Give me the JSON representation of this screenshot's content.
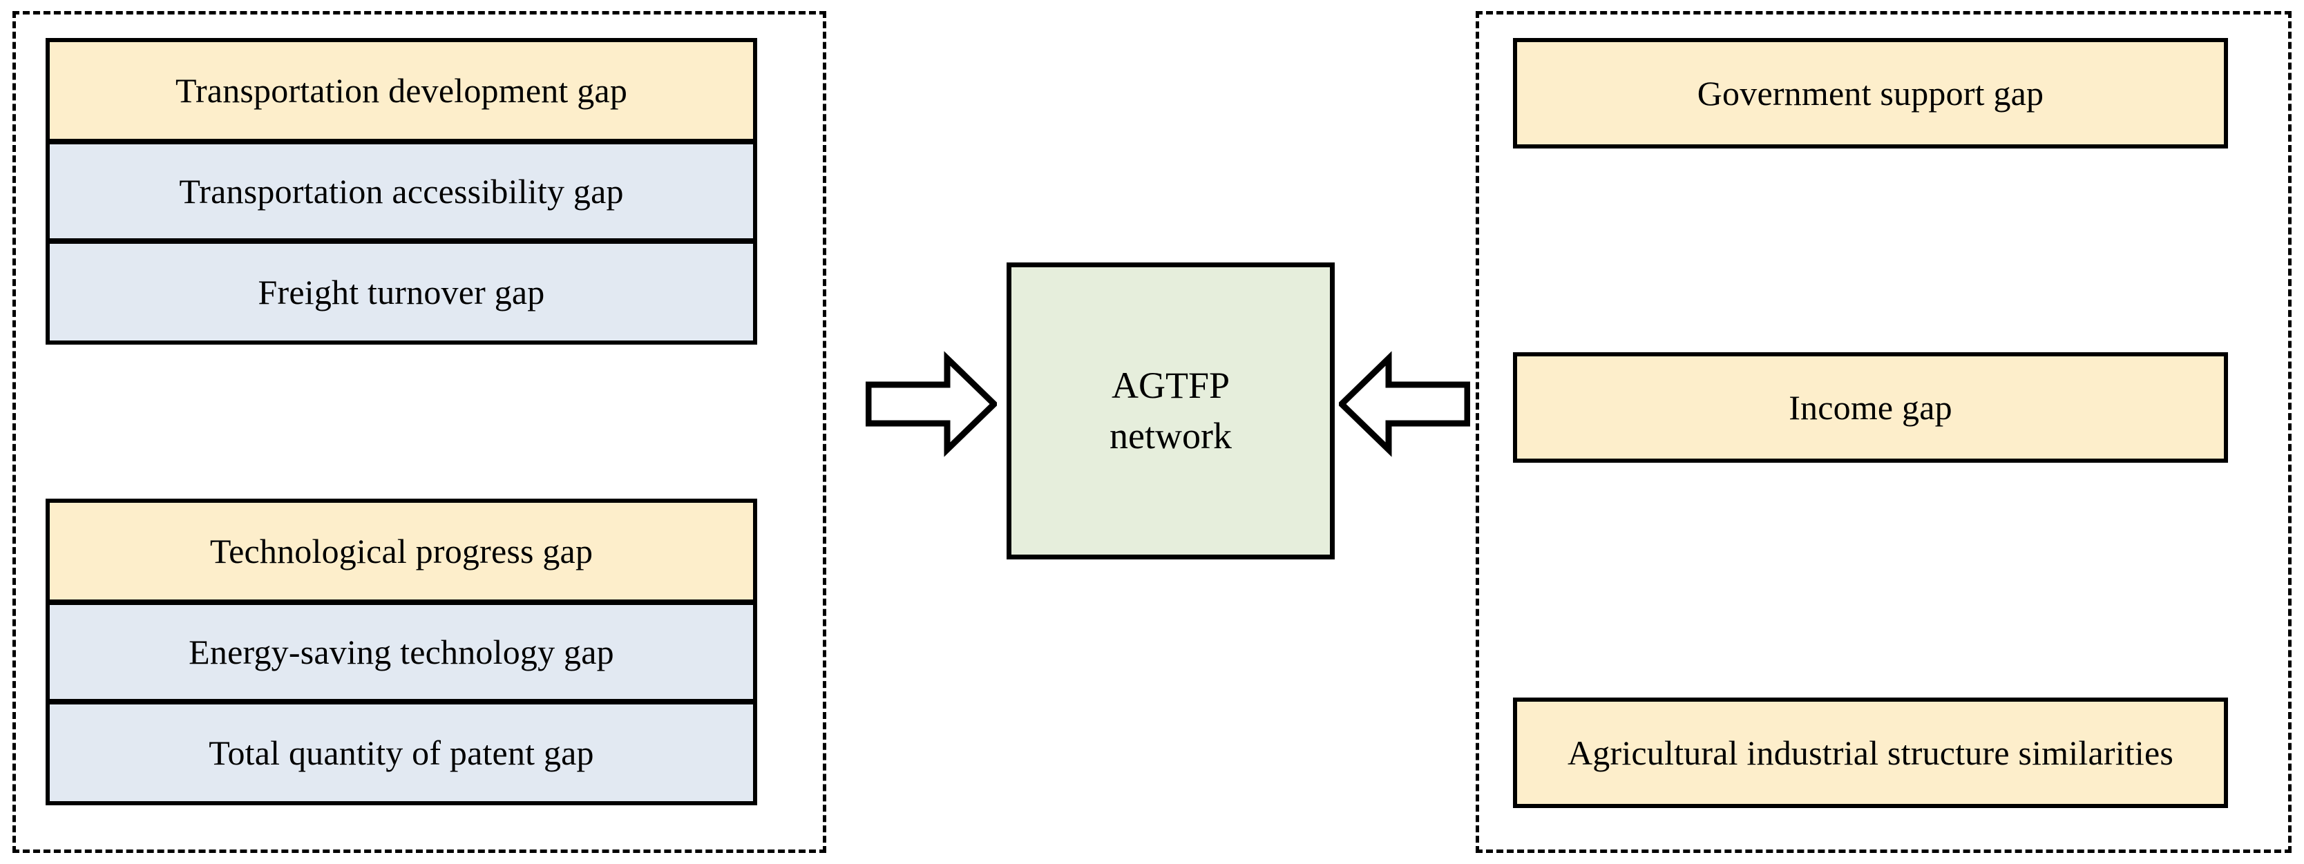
{
  "diagram": {
    "center": {
      "label_line1": "AGTFP",
      "label_line2": "network",
      "fill_color": "#E6EEDC"
    },
    "arrows": [
      {
        "name": "arrow-left-to-center",
        "direction": "right"
      },
      {
        "name": "arrow-right-to-center",
        "direction": "left"
      }
    ],
    "left_group": {
      "subgroup_transportation": [
        {
          "label": "Transportation development gap",
          "fill": "#FDEECB",
          "style": "yellow"
        },
        {
          "label": "Transportation accessibility gap",
          "fill": "#E2E9F2",
          "style": "blue"
        },
        {
          "label": "Freight turnover gap",
          "fill": "#E2E9F2",
          "style": "blue"
        }
      ],
      "subgroup_technology": [
        {
          "label": "Technological progress gap",
          "fill": "#FDEECB",
          "style": "yellow"
        },
        {
          "label": "Energy-saving technology gap",
          "fill": "#E2E9F2",
          "style": "blue"
        },
        {
          "label": "Total quantity of patent gap",
          "fill": "#E2E9F2",
          "style": "blue"
        }
      ]
    },
    "right_group": {
      "items": [
        {
          "label": "Government support gap",
          "fill": "#FDEECB",
          "style": "yellow"
        },
        {
          "label": "Income gap",
          "fill": "#FDEECB",
          "style": "yellow"
        },
        {
          "label": "Agricultural industrial structure similarities",
          "fill": "#FDEECB",
          "style": "yellow"
        }
      ]
    },
    "colors": {
      "yellow_fill": "#FDEECB",
      "blue_fill": "#E2E9F2",
      "green_fill": "#E6EEDC",
      "stroke": "#000000",
      "background": "#FFFFFF"
    }
  }
}
